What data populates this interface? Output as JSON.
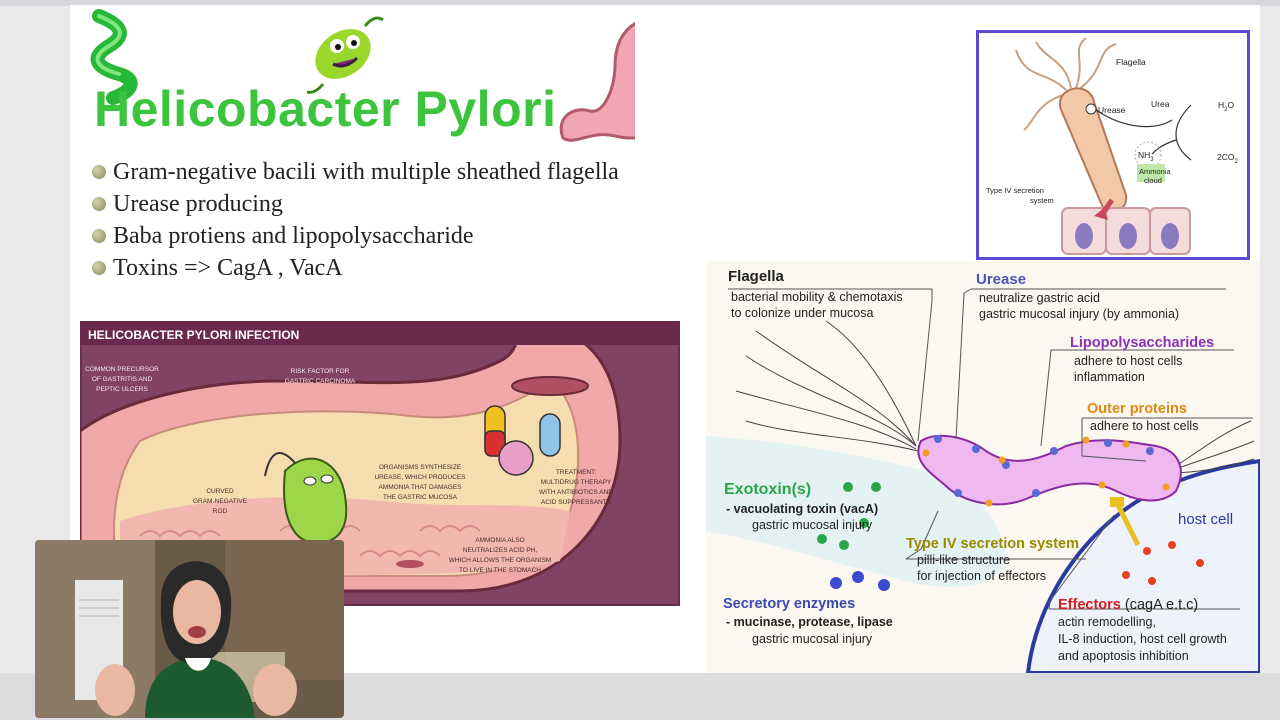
{
  "slide": {
    "title": "Helicobacter Pylori",
    "bullets": [
      "Gram-negative bacili with multiple sheathed flagella",
      "Urease producing",
      "Baba protiens and lipopolysaccharide",
      "Toxins => CagA , VacA"
    ]
  },
  "infection_figure": {
    "heading": "HELICOBACTER PYLORI INFECTION",
    "captions": {
      "precursor": [
        "COMMON PRECURSOR",
        "OF GASTRITIS AND",
        "PEPTIC ULCERS"
      ],
      "risk": [
        "RISK FACTOR FOR",
        "GASTRIC CARCINOMA"
      ],
      "rod": [
        "CURVED",
        "GRAM-NEGATIVE",
        "ROD"
      ],
      "urease": [
        "ORGANISMS SYNTHESIZE",
        "UREASE, WHICH PRODUCES",
        "AMMONIA THAT DAMAGES",
        "THE GASTRIC MUCOSA"
      ],
      "treatment": [
        "TREATMENT:",
        "MULTIDRUG THERAPY",
        "WITH ANTIBIOTICS AND",
        "ACID SUPPRESSANTS"
      ],
      "ammonia": [
        "AMMONIA ALSO",
        "NEUTRALIZES ACID PH,",
        "WHICH ALLOWS THE ORGANISM",
        "TO LIVE IN THE STOMACH"
      ]
    }
  },
  "urease_cycle": {
    "flagella": "Flagella",
    "urease": "Urease",
    "urea": "Urea",
    "h2o_main": "H",
    "h2o_sub": "2",
    "h2o_end": "O",
    "nh3_main": "NH",
    "nh3_sub": "3",
    "co2_main": "2CO",
    "co2_sub": "2",
    "ammonia_cloud": [
      "Ammonia",
      "cloud"
    ],
    "secretion": [
      "Type IV secretion",
      "system"
    ]
  },
  "mechanism": {
    "flagella": {
      "title": "Flagella",
      "lines": [
        "bacterial mobility & chemotaxis",
        "to colonize under mucosa"
      ]
    },
    "urease": {
      "title": "Urease",
      "lines": [
        "neutralize gastric acid",
        "gastric mucosal injury (by ammonia)"
      ]
    },
    "lps": {
      "title": "Lipopolysaccharides",
      "lines": [
        "adhere to host cells",
        "inflammation"
      ]
    },
    "outer": {
      "title": "Outer proteins",
      "lines": [
        "adhere to host cells"
      ]
    },
    "exotoxin": {
      "title": "Exotoxin(s)",
      "sub": "- vacuolating toxin (vacA)",
      "detail": "gastric mucosal injury"
    },
    "type4": {
      "title": "Type IV secretion system",
      "lines": [
        "pilli-like structure",
        "for injection of effectors"
      ]
    },
    "host": "host cell",
    "enzymes": {
      "title": "Secretory enzymes",
      "sub": "- mucinase, protease, lipase",
      "detail": "gastric mucosal injury"
    },
    "effectors": {
      "title": "Effectors",
      "title_suffix": " (cagA e.t.c)",
      "lines": [
        "actin remodelling,",
        "IL-8 induction, host cell growth",
        "and apoptosis inhibition"
      ]
    }
  },
  "colors": {
    "title_green": "#3cc43c",
    "urease_blue": "#4a55b8",
    "lps_purple": "#8e2fb5",
    "outer_orange": "#e08a10",
    "exotoxin_green": "#2aa64a",
    "type4_olive": "#9a8a00",
    "effectors_red": "#d21e1e",
    "host_blue": "#2b3aa0"
  }
}
